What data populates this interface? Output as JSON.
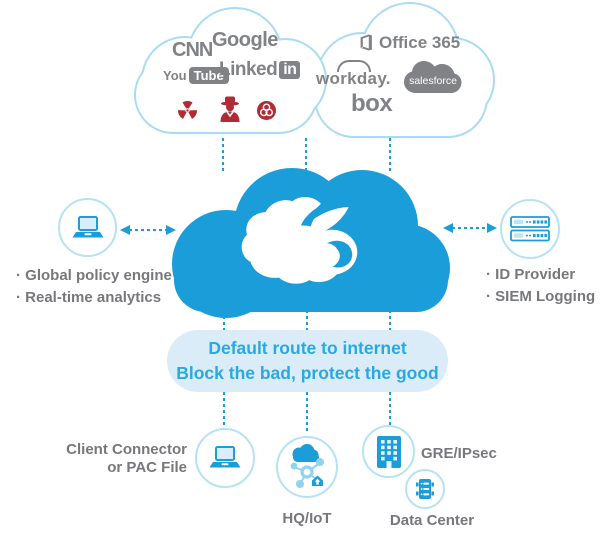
{
  "colors": {
    "primary_blue": "#1B9DD9",
    "cloud_border_blue": "#A9DCF3",
    "node_border_blue": "#B5E2F4",
    "banner_bg": "#DAECF8",
    "banner_text": "#29A9E1",
    "label_gray": "#77787B",
    "logo_gray": "#808285",
    "threat_red": "#B12B35"
  },
  "internet_cloud": {
    "cnn": "CNN",
    "google": "Google",
    "youtube_text": "You",
    "youtube_badge": "Tube",
    "linkedin_text": "Linked",
    "linkedin_badge": "in",
    "threat_icons": [
      "radiation-icon",
      "spy-icon",
      "biohazard-icon"
    ]
  },
  "saas_cloud": {
    "office365": "Office 365",
    "workday": "workday.",
    "salesforce": "salesforce",
    "box": "box"
  },
  "central_cloud": {
    "icon": "zscaler-cloud-logo"
  },
  "left_node": {
    "icon": "laptop-icon",
    "line1": "· Global policy engine",
    "line2": "· Real-time analytics"
  },
  "right_node": {
    "icon": "server-appliance-icon",
    "line1": "· ID Provider",
    "line2": "· SIEM Logging"
  },
  "banner": {
    "line1": "Default route to internet",
    "line2": "Block the bad, protect the good"
  },
  "bottom_nodes": {
    "client": {
      "icon": "laptop-icon",
      "label_line1": "Client Connector",
      "label_line2": "or PAC File"
    },
    "hq": {
      "icon": "iot-network-icon",
      "label": "HQ/IoT"
    },
    "gre": {
      "icon": "building-icon",
      "label": "GRE/IPsec"
    },
    "datacenter": {
      "icon": "server-rack-icon",
      "label": "Data Center"
    }
  }
}
